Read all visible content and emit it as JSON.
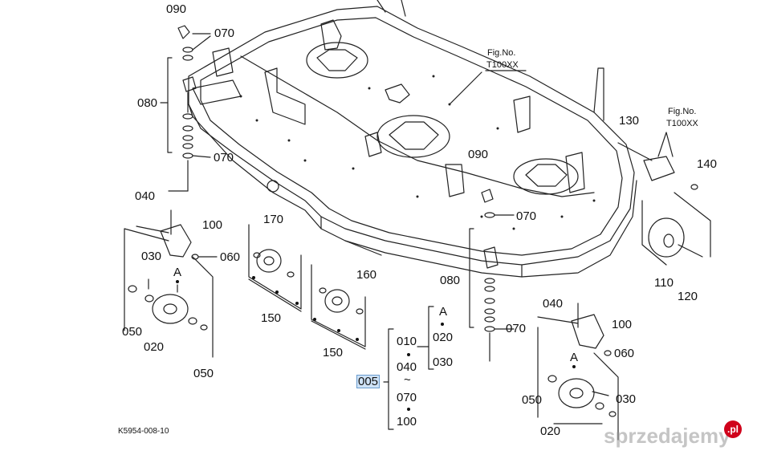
{
  "parts": {
    "p090_top": "090",
    "p070_a": "070",
    "p080_left": "080",
    "p070_b": "070",
    "p040_left": "040",
    "p100_left": "100",
    "p060_left": "060",
    "p030_left": "030",
    "pA_left": "A",
    "p050_left_a": "050",
    "p020_left": "020",
    "p050_left_b": "050",
    "p170": "170",
    "p150_a": "150",
    "p150_b": "150",
    "p160": "160",
    "p090_mid": "090",
    "p070_mid": "070",
    "p080_right": "080",
    "p070_right": "070",
    "p040_right": "040",
    "p100_right": "100",
    "p060_right": "060",
    "pA_right": "A",
    "p030_right": "030",
    "p050_right": "050",
    "p020_right": "020",
    "p130": "130",
    "p140": "140",
    "p110": "110",
    "p120": "120"
  },
  "fig_refs": {
    "fig_no_label_1": "Fig.No.",
    "fig_no_value_1": "T100XX",
    "fig_no_label_2": "Fig.No.",
    "fig_no_value_2": "T100XX"
  },
  "kit": {
    "group_label": "005",
    "items": [
      "010",
      "040",
      "~",
      "070",
      "100"
    ],
    "sub_label": "A",
    "sub_items": [
      "020",
      "030"
    ]
  },
  "drawing_code": "K5954-008-10",
  "watermark": {
    "text": "sprzedajemy",
    "suffix": ".pl",
    "color": "#d0021b"
  }
}
